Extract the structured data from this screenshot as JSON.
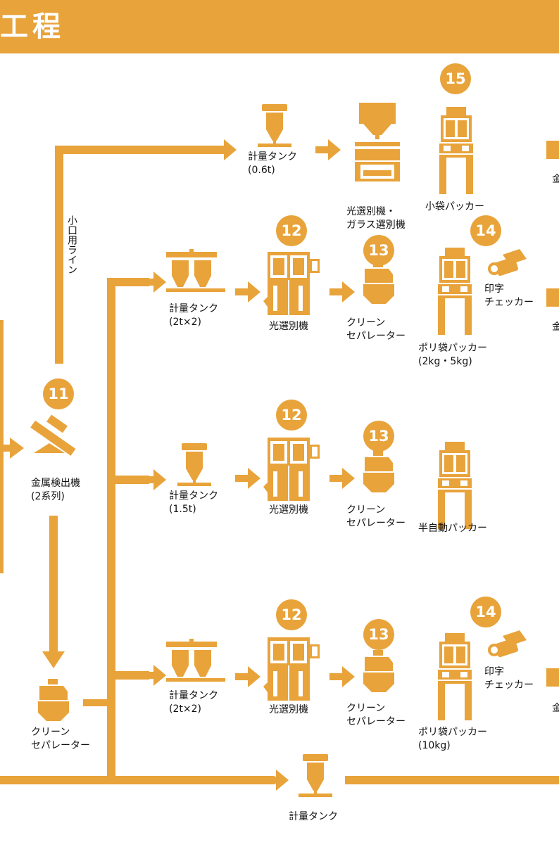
{
  "header": {
    "title": "工程"
  },
  "colors": {
    "accent": "#E8A33A",
    "text": "#111111",
    "background": "#ffffff"
  },
  "steps": {
    "n11": "11",
    "n12": "12",
    "n13": "13",
    "n14": "14",
    "n15": "15"
  },
  "line_labels": {
    "small_lot_line": "小口用ライン"
  },
  "labels": {
    "metal_detector": "金属検出機\n(2系列)",
    "clean_separator_left": "クリーン\nセパレーター",
    "tank_06": "計量タンク\n(0.6t)",
    "optical_glass_sorter": "光選別機・\nガラス選別機",
    "small_bag_packer": "小袋パッカー",
    "tank_2x2_a": "計量タンク\n(2t×2)",
    "optical_sorter_a": "光選別機",
    "clean_separator_a": "クリーン\nセパレーター",
    "print_checker_a": "印字\nチェッカー",
    "poly_packer_a": "ポリ袋パッカー\n(2kg・5kg)",
    "tank_15": "計量タンク\n(1.5t)",
    "optical_sorter_b": "光選別機",
    "clean_separator_b": "クリーン\nセパレーター",
    "semi_auto_packer": "半自動パッカー",
    "tank_2x2_b": "計量タンク\n(2t×2)",
    "optical_sorter_c": "光選別機",
    "clean_separator_c": "クリーン\nセパレーター",
    "print_checker_c": "印字\nチェッカー",
    "poly_packer_c": "ポリ袋パッカー\n(10kg)",
    "tank_bottom": "計量タンク",
    "cut_edge_1": "金",
    "cut_edge_2": "金",
    "cut_edge_3": "金"
  }
}
